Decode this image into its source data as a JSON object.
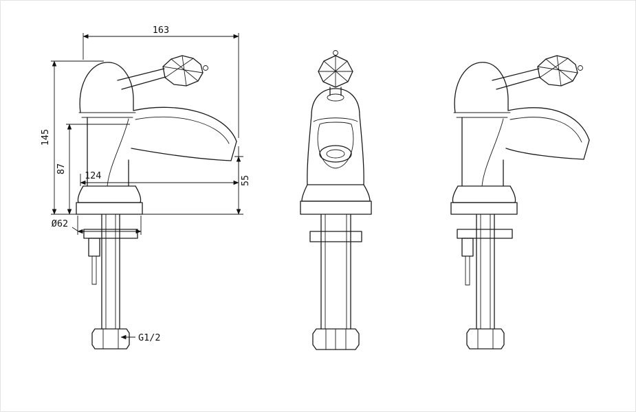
{
  "drawing": {
    "background": "#ffffff",
    "line_color": "#1a1a1a",
    "dimensions": {
      "overall_length": "163",
      "overall_height": "145",
      "spout_height": "87",
      "spout_reach": "124",
      "spout_clearance": "55",
      "base_diameter": "Ø62",
      "thread_size": "G1/2"
    }
  }
}
